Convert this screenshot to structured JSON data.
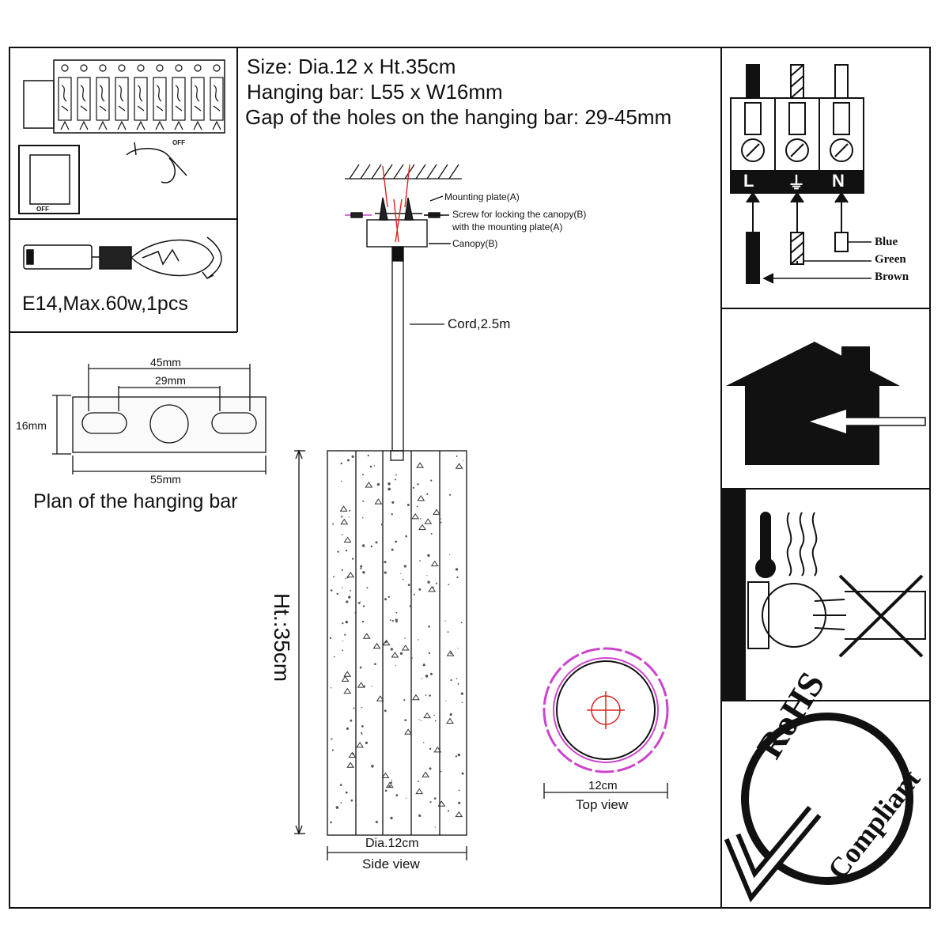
{
  "specs": {
    "size": "Size: Dia.12 x Ht.35cm",
    "hanging_bar": "Hanging bar: L55 x W16mm",
    "hole_gap": "Gap of the holes on the hanging bar: 29-45mm"
  },
  "switch_panel": {
    "off_label_top": "OFF",
    "off_label_socket": "OFF"
  },
  "bulb": {
    "spec": "E14,Max.60w,1pcs"
  },
  "hanging_bar_plan": {
    "outer_gap": "45mm",
    "inner_gap": "29mm",
    "width": "16mm",
    "length": "55mm",
    "caption": "Plan of the hanging bar"
  },
  "pendant": {
    "mounting_plate": "Mounting plate(A)",
    "screw_line1": "Screw for locking the canopy(B)",
    "screw_line2": "with the mounting plate(A)",
    "canopy": "Canopy(B)",
    "cord": "Cord,2.5m",
    "height": "Ht.:35cm",
    "diameter": "Dia.12cm",
    "side_view": "Side view"
  },
  "top_view": {
    "diameter": "12cm",
    "caption": "Top view"
  },
  "wiring": {
    "terminals": [
      "L",
      "⏚",
      "N"
    ],
    "wires": [
      "Blue",
      "Green",
      "Brown"
    ]
  },
  "rohs": {
    "line1": "RoHS",
    "line2": "Compliant"
  },
  "colors": {
    "line": "#111111",
    "magenta": "#cc44cc",
    "red": "#dd2222"
  }
}
